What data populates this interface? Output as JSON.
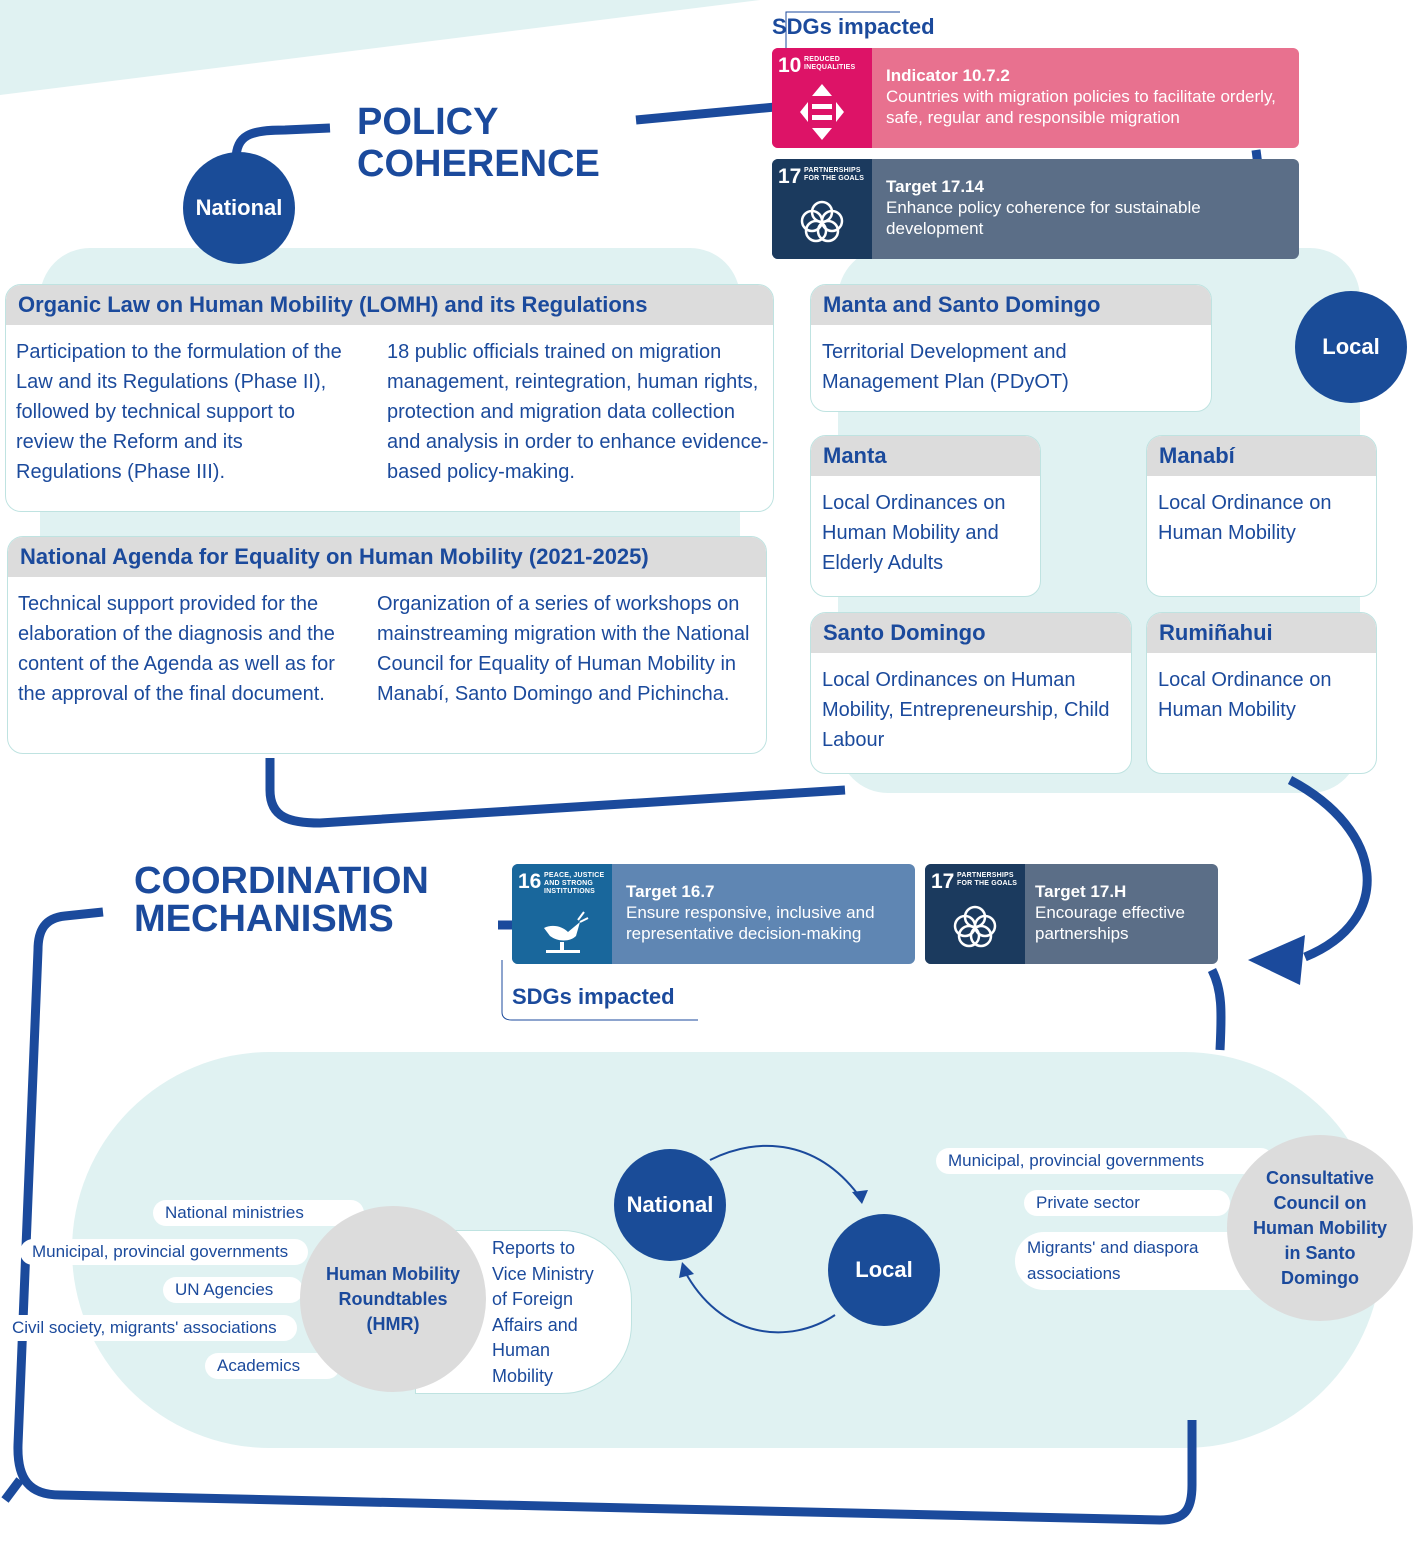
{
  "policy": {
    "title_line1": "POLICY",
    "title_line2": "COHERENCE",
    "national_label": "National",
    "local_label": "Local",
    "sdgs_label": "SDGs impacted",
    "sdgs": [
      {
        "goal_number": "10",
        "goal_name_line1": "REDUCED",
        "goal_name_line2": "INEQUALITIES",
        "color": "#e8718f",
        "icon_color": "#dd1367",
        "icon": "reduced-inequalities-icon",
        "heading": "Indicator 10.7.2",
        "text": "Countries with migration policies to facilitate orderly, safe, regular and responsible migration"
      },
      {
        "goal_number": "17",
        "goal_name_line1": "PARTNERSHIPS",
        "goal_name_line2": "FOR THE GOALS",
        "color": "#5b6e87",
        "icon_color": "#1b3a5e",
        "icon": "partnerships-icon",
        "heading": "Target 17.14",
        "text": "Enhance policy coherence for sustainable development"
      }
    ],
    "national_boxes": [
      {
        "title": "Organic Law on Human Mobility (LOMH) and its Regulations",
        "col1": "Participation to the formulation of the Law and its Regulations (Phase II), followed by technical support to review the Reform and its Regulations (Phase III).",
        "col2": "18 public officials trained on migration management, reintegration, human rights, protection and migration data collection and analysis in order to enhance evidence-based policy-making."
      },
      {
        "title": "National Agenda for Equality on Human Mobility (2021-2025)",
        "col1": "Technical support provided for the elaboration of the diagnosis and the content of the Agenda as well as for the approval of the final document.",
        "col2": "Organization of a series of workshops on mainstreaming migration with the National Council for Equality of Human Mobility in Manabí, Santo Domingo and Pichincha."
      }
    ],
    "local_boxes": [
      {
        "title": "Manta and Santo Domingo",
        "text": "Territorial Development and Management Plan (PDyOT)"
      },
      {
        "title": "Manta",
        "text": "Local Ordinances on Human Mobility and Elderly Adults"
      },
      {
        "title": "Manabí",
        "text": "Local Ordinance on Human Mobility"
      },
      {
        "title": "Santo Domingo",
        "text": "Local Ordinances on Human Mobility, Entrepreneurship, Child Labour"
      },
      {
        "title": "Rumiñahui",
        "text": "Local Ordinance on Human Mobility"
      }
    ]
  },
  "coordination": {
    "title_line1": "COORDINATION",
    "title_line2": "MECHANISMS",
    "sdgs_label": "SDGs impacted",
    "sdgs": [
      {
        "goal_number": "16",
        "goal_name_line1": "PEACE, JUSTICE",
        "goal_name_line2": "AND STRONG",
        "goal_name_line3": "INSTITUTIONS",
        "color": "#5f86b3",
        "icon_color": "#19679c",
        "icon": "peace-dove-icon",
        "heading": "Target 16.7",
        "text": "Ensure responsive, inclusive and representative decision-making"
      },
      {
        "goal_number": "17",
        "goal_name_line1": "PARTNERSHIPS",
        "goal_name_line2": "FOR THE GOALS",
        "color": "#5b6e87",
        "icon_color": "#1b3a5e",
        "icon": "partnerships-icon",
        "heading": "Target 17.H",
        "text": "Encourage effective partnerships"
      }
    ],
    "national_label": "National",
    "local_label": "Local",
    "hmr": {
      "title": "Human Mobility Roundtables (HMR)",
      "members": [
        "National ministries",
        "Municipal, provincial governments",
        "UN Agencies",
        "Civil society, migrants' associations",
        "Academics"
      ],
      "reports_to": "Reports to Vice Ministry of Foreign Affairs and Human Mobility"
    },
    "council": {
      "title": "Consultative Council on Human Mobility in Santo Domingo",
      "members": [
        "Municipal, provincial governments",
        "Private sector",
        "Migrants' and diaspora associations"
      ]
    }
  }
}
